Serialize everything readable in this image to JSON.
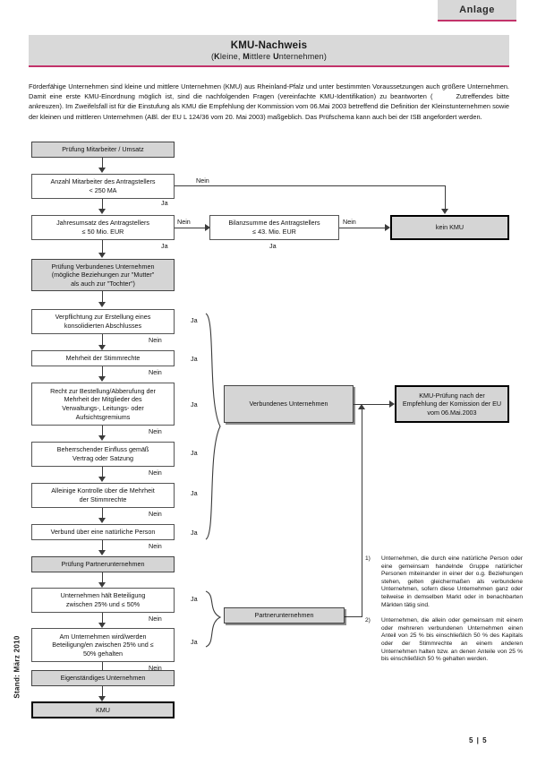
{
  "header": {
    "tab_label": "Anlage",
    "title": "KMU-Nachweis",
    "subtitle_parts": {
      "k": "K",
      "leine": "leine, ",
      "m": "M",
      "ittlere": "ittlere ",
      "u": "U",
      "nternehmen": "nternehmen)",
      "open": "("
    },
    "accent_color": "#c2336a",
    "bar_color": "#d9d9d9"
  },
  "intro": {
    "part1": "Förderfähige Unternehmen sind kleine und mittlere Unternehmen (KMU) aus Rheinland-Pfalz und unter bestimmten Voraussetzungen auch größere Unternehmen. Damit eine erste KMU-Einordnung möglich ist, sind die nachfolgenden Fragen (vereinfachte KMU-Identifikation) zu beantworten (",
    "part2": "Zutreffendes bitte ankreuzen). Im Zweifelsfall ist für die Einstufung als KMU die Empfehlung der Kommission vom 06.Mai 2003 betreffend die Definition der Kleinstunternehmen sowie der kleinen und mittleren Unternehmen (ABl. der EU L 124/36 vom 20. Mai 2003) maßgeblich. Das Prüfschema kann auch bei der ISB angefordert werden."
  },
  "flow": {
    "b_pruefung_mitarbeiter": "Prüfung Mitarbeiter / Umsatz",
    "b_anzahl_l1": "Anzahl Mitarbeiter des Antragstellers",
    "b_anzahl_l2": "< 250 MA",
    "b_jahresumsatz_l1": "Jahresumsatz des Antragstellers",
    "b_jahresumsatz_l2": "≤ 50 Mio. EUR",
    "b_bilanzsumme_l1": "Bilanzsumme des Antragstellers",
    "b_bilanzsumme_l2": "≤ 43. Mio. EUR",
    "b_kein_kmu": "kein KMU",
    "b_pruefung_verbund_l1": "Prüfung Verbundenes Unternehmen",
    "b_pruefung_verbund_l2": "(mögliche Beziehungen zur \"Mutter\"",
    "b_pruefung_verbund_l3": "als auch zur \"Tochter\")",
    "b_konsolidiert_l1": "Verpflichtung zur Erstellung eines",
    "b_konsolidiert_l2": "konsolidierten Abschlusses",
    "b_mehrheit_stimmrechte": "Mehrheit der Stimmrechte",
    "b_recht_bestellung_l1": "Recht zur Bestellung/Abberufung der",
    "b_recht_bestellung_l2": "Mehrheit der Mitglieder des",
    "b_recht_bestellung_l3": "Verwaltungs-, Leitungs- oder",
    "b_recht_bestellung_l4": "Aufsichtsgremiums",
    "b_beherrschend_l1": "Beherrschender Einfluss gemäß",
    "b_beherrschend_l2": "Vertrag oder Satzung",
    "b_alleinige_l1": "Alleinige Kontrolle über die Mehrheit",
    "b_alleinige_l2": "der Stimmrechte",
    "b_verbund_person": "Verbund über eine natürliche Person",
    "b_pruefung_partner": "Prüfung Partnerunternehmen",
    "b_haelt_beteiligung_l1": "Unternehmen hält Beteiligung",
    "b_haelt_beteiligung_l2": "zwischen 25% und ≤ 50%",
    "b_am_unternehmen_l1": "Am Unternehmen wird/werden",
    "b_am_unternehmen_l2": "Beteiligung/en zwischen 25% und ≤",
    "b_am_unternehmen_l3": "50% gehalten",
    "b_eigenstaendig": "Eigenständiges Unternehmen",
    "b_kmu": "KMU",
    "b_verbundenes_unternehmen": "Verbundenes Unternehmen",
    "b_partnerunternehmen": "Partnerunternehmen",
    "b_kmu_pruefung_l1": "KMU-Prüfung nach der",
    "b_kmu_pruefung_l2": "Empfehlung der Komission der EU",
    "b_kmu_pruefung_l3": "vom 06.Mai.2003"
  },
  "labels": {
    "ja": "Ja",
    "nein": "Nein"
  },
  "notes": [
    {
      "num": "1)",
      "text": "Unternehmen, die durch eine natürliche Person oder eine gemeinsam handelnde Gruppe natürlicher Personen miteinander in einer der o.g. Beziehungen stehen, gelten gleichermaßen als verbundene Unternehmen, sofern diese Unternehmen ganz oder teilweise in demselben Markt oder in benachbarten Märkten tätig sind."
    },
    {
      "num": "2)",
      "text": "Unternehmen, die allein oder gemeinsam mit einem oder mehreren verbundenen Unternehmen einen Anteil von 25 % bis einschließlich 50 % des Kapitals oder der Stimmrechte an einem anderen Unternehmen halten bzw. an denen Anteile von 25 % bis einschließlich 50 % gehalten werden."
    }
  ],
  "footer": {
    "stand": "Stand: März 2010",
    "page": "5 | 5"
  }
}
